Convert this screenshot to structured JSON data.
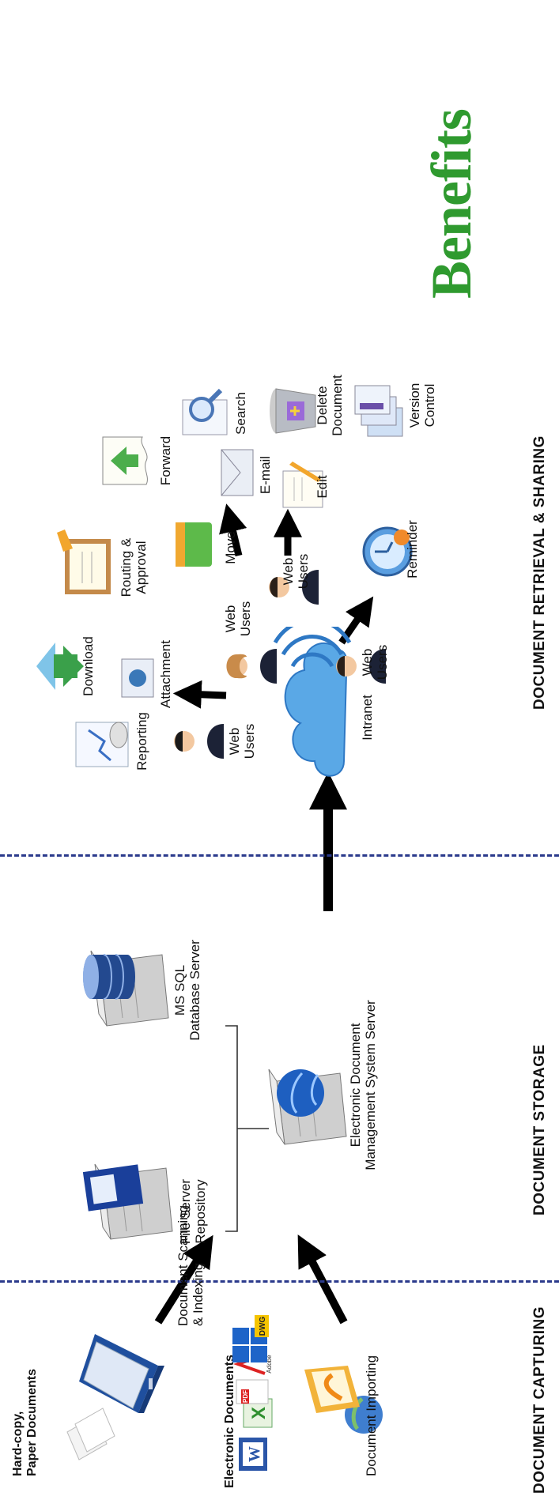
{
  "sections": {
    "capturing": "DOCUMENT CAPTURING",
    "storage": "DOCUMENT STORAGE",
    "retrieval": "DOCUMENT RETRIEVAL & SHARING"
  },
  "capturing": {
    "hardcopy_title": "Hard-copy,\nPaper Documents",
    "electronic_title": "Electronic Documents",
    "scanning_label": "Document Scanning\n& Indexing",
    "importing_label": "Document Importing",
    "badges": {
      "pdf": "PDF",
      "adobe": "Adobe",
      "dwg": "DWG"
    }
  },
  "storage": {
    "file_server": "File Server\nRepository",
    "sql_server": "MS SQL\nDatabase Server",
    "edms_server": "Electronic Document\nManagement System Server"
  },
  "retrieval": {
    "intranet": "Intranet",
    "web_users": "Web\nUsers",
    "features": {
      "reporting": "Reporting",
      "download": "Download",
      "attachment": "Attachment",
      "routing": "Routing &\nApproval",
      "move": "Move",
      "forward": "Forward",
      "email": "E-mail",
      "search": "Search",
      "edit": "Edit",
      "delete": "Delete\nDocument",
      "reminder": "Reminder",
      "version": "Version\nControl"
    }
  },
  "benefits": "Benefits",
  "colors": {
    "divider": "#2b3a8c",
    "benefits": "#2f9a2f",
    "arrow": "#000000",
    "cloud": "#5aa8e6"
  }
}
